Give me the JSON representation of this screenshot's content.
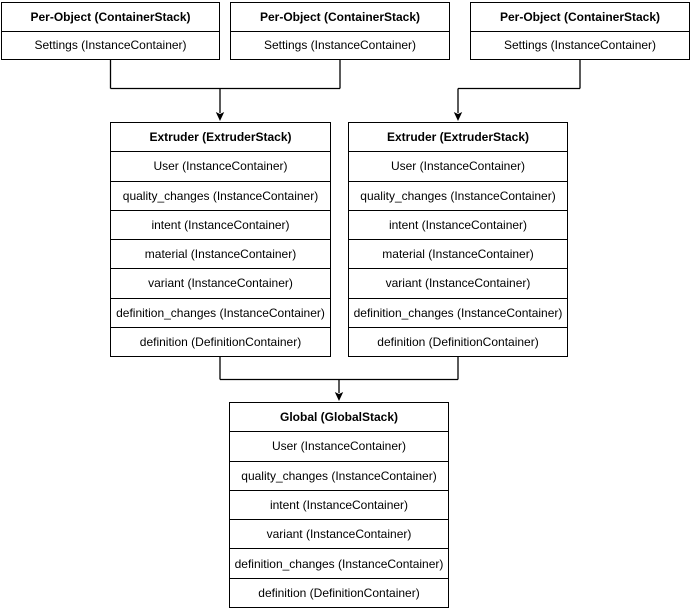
{
  "stacks": {
    "per_object": [
      {
        "title": "Per-Object (ContainerStack)",
        "rows": [
          "Settings (InstanceContainer)"
        ]
      },
      {
        "title": "Per-Object (ContainerStack)",
        "rows": [
          "Settings (InstanceContainer)"
        ]
      },
      {
        "title": "Per-Object (ContainerStack)",
        "rows": [
          "Settings (InstanceContainer)"
        ]
      }
    ],
    "extruder": [
      {
        "title": "Extruder (ExtruderStack)",
        "rows": [
          "User (InstanceContainer)",
          "quality_changes (InstanceContainer)",
          "intent (InstanceContainer)",
          "material (InstanceContainer)",
          "variant (InstanceContainer)",
          "definition_changes (InstanceContainer)",
          "definition (DefinitionContainer)"
        ]
      },
      {
        "title": "Extruder (ExtruderStack)",
        "rows": [
          "User (InstanceContainer)",
          "quality_changes (InstanceContainer)",
          "intent (InstanceContainer)",
          "material (InstanceContainer)",
          "variant (InstanceContainer)",
          "definition_changes (InstanceContainer)",
          "definition (DefinitionContainer)"
        ]
      }
    ],
    "global": {
      "title": "Global (GlobalStack)",
      "rows": [
        "User (InstanceContainer)",
        "quality_changes (InstanceContainer)",
        "intent (InstanceContainer)",
        "variant (InstanceContainer)",
        "definition_changes (InstanceContainer)",
        "definition (DefinitionContainer)"
      ]
    }
  },
  "colors": {
    "line": "#000000",
    "box_fill": "#ffffff",
    "background": "#ffffff"
  }
}
